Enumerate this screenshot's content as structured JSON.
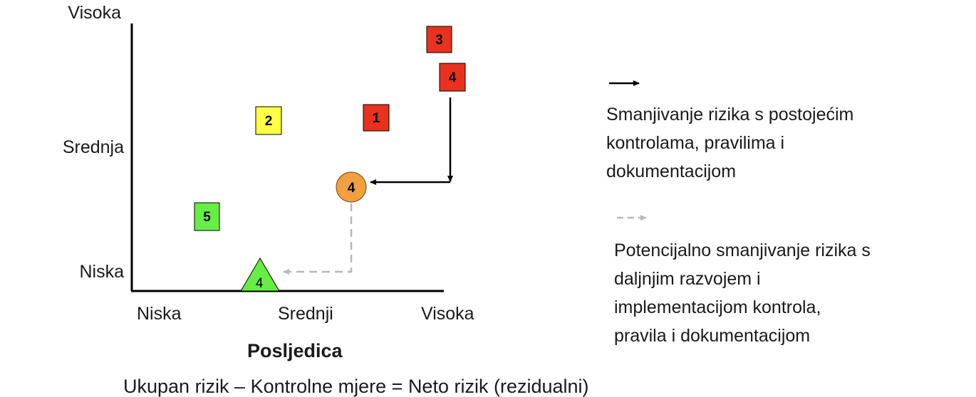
{
  "y_axis": {
    "labels": [
      "Visoka",
      "Srednja",
      "Niska"
    ]
  },
  "x_axis": {
    "labels": [
      "Niska",
      "Srednji",
      "Visoka"
    ],
    "title": "Posljedica"
  },
  "risk_items": [
    {
      "id": "3",
      "shape": "square",
      "color": "#e8321e"
    },
    {
      "id": "4",
      "shape": "square",
      "color": "#e8321e"
    },
    {
      "id": "1",
      "shape": "square",
      "color": "#e8321e"
    },
    {
      "id": "2",
      "shape": "square",
      "color": "#ffff44"
    },
    {
      "id": "5",
      "shape": "square",
      "color": "#66ee44"
    },
    {
      "id": "4",
      "shape": "circle",
      "color": "#f0a040"
    },
    {
      "id": "4",
      "shape": "triangle",
      "color": "#66ee44"
    }
  ],
  "legend": {
    "solid": {
      "lines": [
        "Smanjivanje rizika s postojećim",
        "kontrolama, pravilima i",
        "dokumentacijom"
      ]
    },
    "dashed": {
      "lines": [
        "Potencijalno smanjivanje rizika s",
        "daljnjim razvojem i",
        "implementacijom kontrola,",
        "pravila i dokumentacijom"
      ]
    }
  },
  "formula": "Ukupan rizik – Kontrolne mjere = Neto rizik (rezidualni)",
  "colors": {
    "red": "#e8321e",
    "yellow": "#ffff44",
    "green": "#66ee44",
    "orange": "#f0a040",
    "solid_arrow": "#000000",
    "dashed_arrow": "#b8b8b8"
  }
}
